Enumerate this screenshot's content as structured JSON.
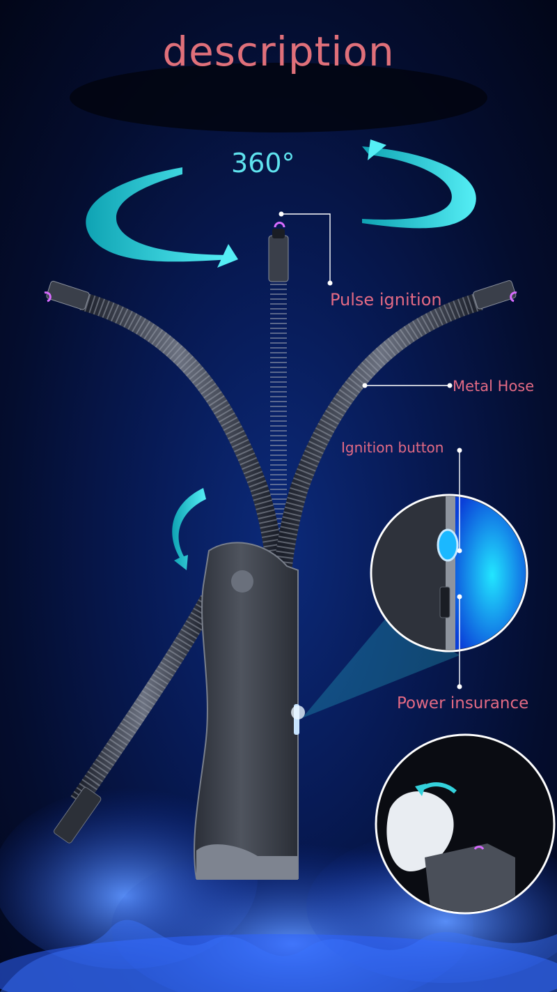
{
  "heading": {
    "title": "description",
    "rotation_label": "360°"
  },
  "callouts": {
    "pulse_ignition": "Pulse ignition",
    "metal_hose": "Metal Hose",
    "ignition_button": "Ignition button",
    "power_insurance": "Power insurance"
  },
  "colors": {
    "title": "#e0707a",
    "callout": "#e46a84",
    "arrow": "#34d2dc",
    "background": "#071a55",
    "flame": "#2a6dff",
    "arc": "#c05cff"
  },
  "icons": [
    "rotate-arrow-icon",
    "bend-arrow-icon",
    "lid-open-arrow-icon"
  ]
}
